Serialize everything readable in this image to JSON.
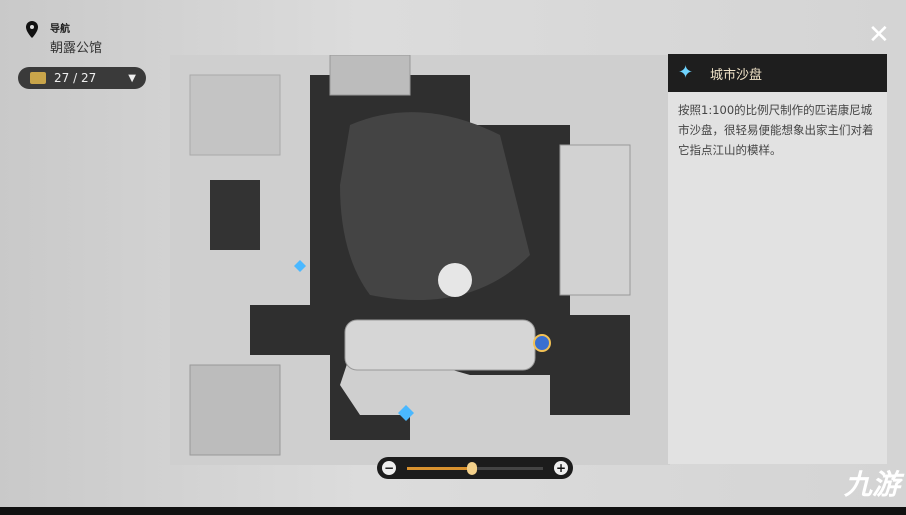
{
  "nav": {
    "label": "导航",
    "location": "朝露公馆"
  },
  "chest_counter": {
    "text": "27 / 27"
  },
  "info_panel": {
    "title": "城市沙盘",
    "description": "按照1:100的比例尺制作的匹诺康尼城市沙盘，很轻易便能想象出家主们对着它指点江山的模样。"
  },
  "zoom_slider": {
    "minus": "−",
    "plus": "+",
    "level": 0.48
  },
  "watermark": "九游",
  "colors": {
    "accent": "#d9922f",
    "panel_header": "#1e1e1e"
  }
}
